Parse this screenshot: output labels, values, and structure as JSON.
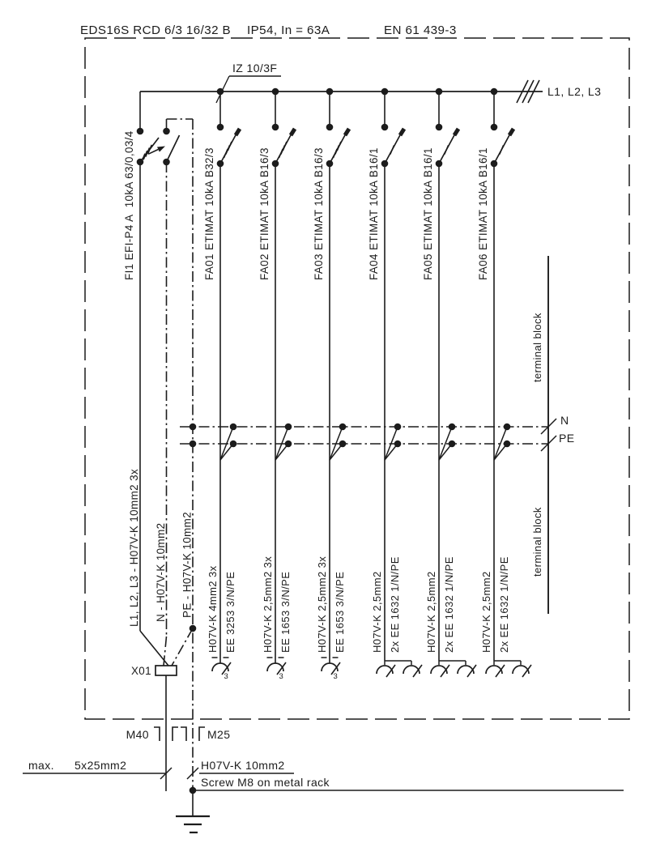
{
  "title": {
    "model": "EDS16S RCD 6/3 16/32 B",
    "rating": "IP54, In = 63A",
    "standard": "EN 61 439-3"
  },
  "supply": {
    "incoming_label": "IZ 10/3F",
    "bus_label": "L1, L2, L3"
  },
  "rcd": {
    "label": "FI1 EFI-P4 A  10kA 63/0,03/4"
  },
  "circuits": [
    {
      "breaker": "FA01 ETIMAT 10kA B32/3",
      "cable": "H07V-K 4mm2 3x",
      "load": "EE 3253 3/N/PE",
      "poles": 3,
      "sockets": 1
    },
    {
      "breaker": "FA02 ETIMAT 10kA B16/3",
      "cable": "H07V-K 2,5mm2 3x",
      "load": "EE 1653 3/N/PE",
      "poles": 3,
      "sockets": 1
    },
    {
      "breaker": "FA03 ETIMAT 10kA B16/3",
      "cable": "H07V-K 2,5mm2 3x",
      "load": "EE 1653 3/N/PE",
      "poles": 3,
      "sockets": 1
    },
    {
      "breaker": "FA04 ETIMAT 10kA B16/1",
      "cable": "H07V-K 2,5mm2",
      "load": "2x EE 1632 1/N/PE",
      "poles": 1,
      "sockets": 2
    },
    {
      "breaker": "FA05 ETIMAT 10kA B16/1",
      "cable": "H07V-K 2,5mm2",
      "load": "2x EE 1632 1/N/PE",
      "poles": 1,
      "sockets": 2
    },
    {
      "breaker": "FA06 ETIMAT 10kA B16/1",
      "cable": "H07V-K 2,5mm2",
      "load": "2x EE 1632 1/N/PE",
      "poles": 1,
      "sockets": 2
    }
  ],
  "buses": {
    "n_label": "N",
    "pe_label": "PE",
    "terminal_block_label": "terminal block"
  },
  "feeders": {
    "phases": "L1, L2, L3 - H07V-K 10mm2 3x",
    "neutral": "N - H07V-K 10mm2",
    "pe": "PE - H07V-K 10mm2",
    "terminal_label": "X01"
  },
  "bottom": {
    "conduit_left": "M40",
    "conduit_right": "M25",
    "max_prefix": "max.",
    "supply_cable": "5x25mm2",
    "pe_cable": "H07V-K 10mm2",
    "earth_note": "Screw M8 on metal rack"
  },
  "symbols": {
    "socket_subscript": "3"
  },
  "colors": {
    "line": "#1c1c1c",
    "background": "#ffffff"
  }
}
